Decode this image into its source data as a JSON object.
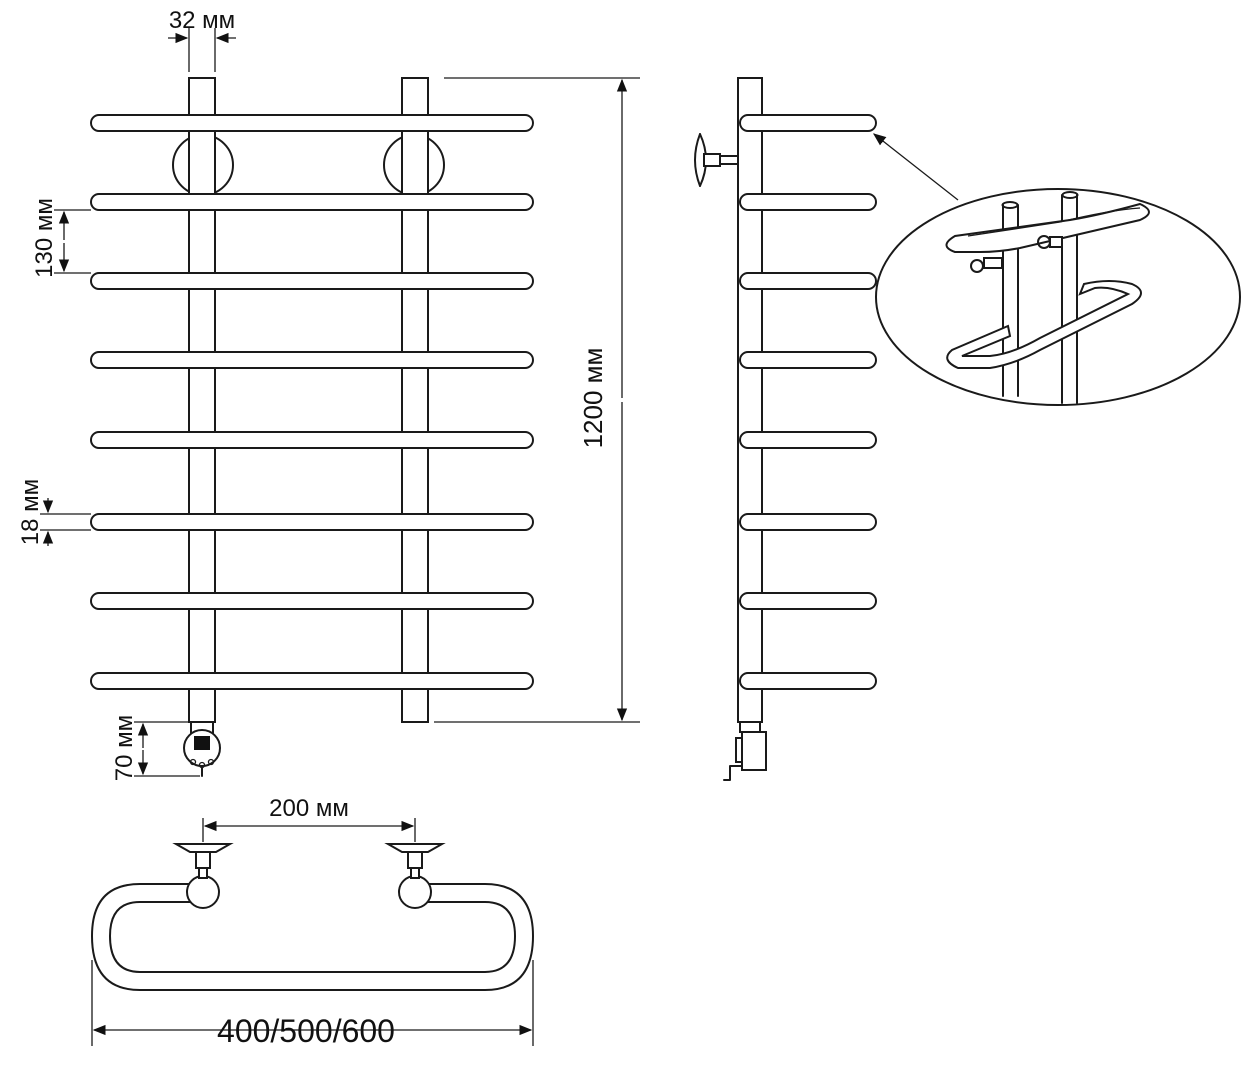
{
  "dimensions": {
    "pipe_diameter": "32 мм",
    "bar_spacing": "130 мм",
    "bar_diameter": "18 мм",
    "height": "1200 мм",
    "heater_offset": "70 мм",
    "mount_spacing": "200 мм",
    "width": "400/500/600"
  },
  "colors": {
    "stroke": "#1a1a1a",
    "background": "#ffffff"
  }
}
